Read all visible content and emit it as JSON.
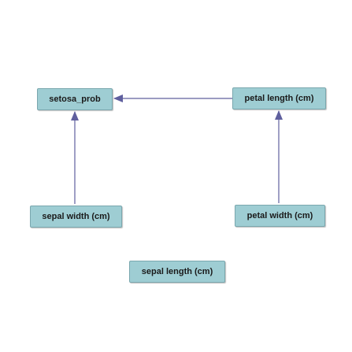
{
  "diagram": {
    "nodes": {
      "setosa_prob": "setosa_prob",
      "petal_length": "petal length (cm)",
      "sepal_width": "sepal width (cm)",
      "petal_width": "petal width (cm)",
      "sepal_length": "sepal length (cm)"
    },
    "edges": [
      {
        "from": "petal length (cm)",
        "to": "setosa_prob"
      },
      {
        "from": "sepal width (cm)",
        "to": "setosa_prob"
      },
      {
        "from": "petal width (cm)",
        "to": "petal length (cm)"
      }
    ],
    "colors": {
      "node_fill": "#9ecdd3",
      "node_border": "#7aa7ae",
      "edge": "#5f5f9e"
    }
  }
}
